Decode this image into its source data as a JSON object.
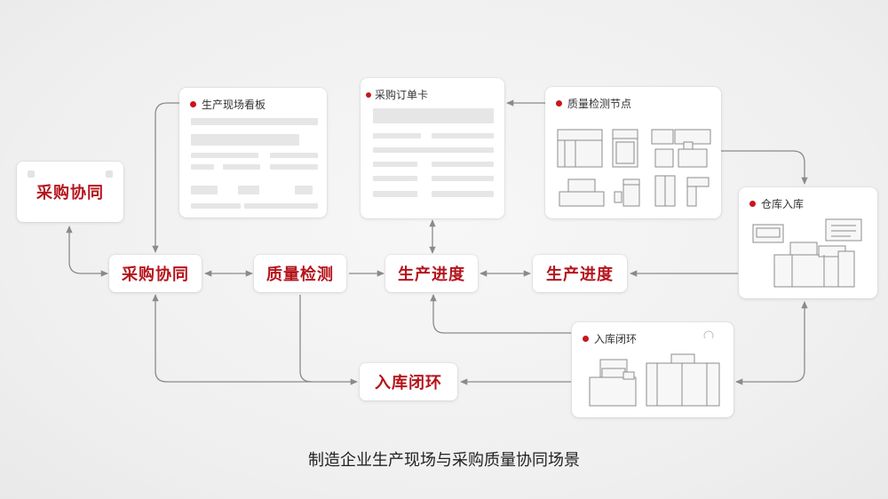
{
  "colors": {
    "accent": "#c8161d",
    "node_text": "#b5141c",
    "arrow": "#8a8a8a"
  },
  "nodes": {
    "left_top": "采购协同",
    "procurement": "采购协同",
    "quality": "质量检测",
    "progress_center": "生产进度",
    "progress_right": "生产进度",
    "warehouse_loop": "入库闭环"
  },
  "cards": {
    "board": {
      "title": "生产现场看板"
    },
    "order": {
      "title": "采购订单卡"
    },
    "inspection": {
      "title": "质量检测节点"
    },
    "warehouse": {
      "title": "仓库入库"
    },
    "loop": {
      "title": "入库闭环"
    }
  },
  "caption": "制造企业生产现场与采购质量协同场景"
}
